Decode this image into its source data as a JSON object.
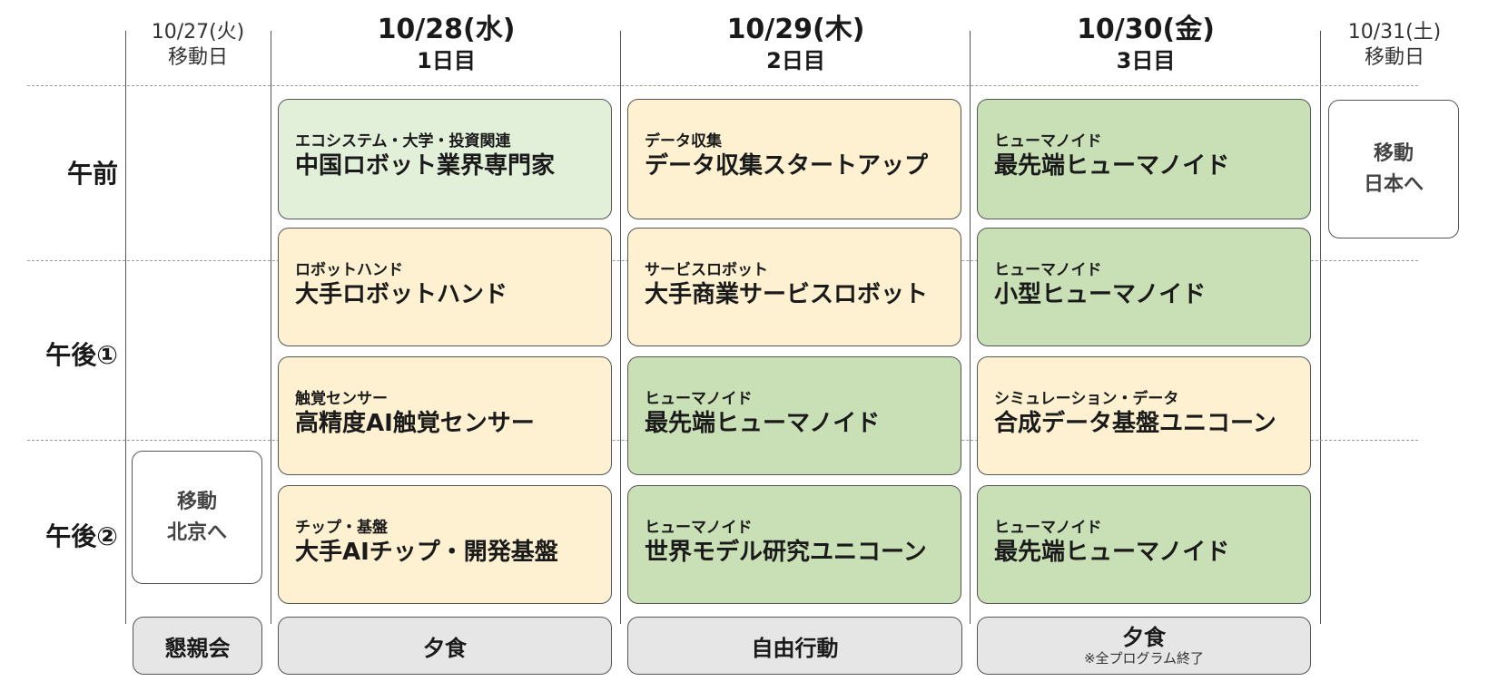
{
  "headers": [
    {
      "date": "10/27(火)",
      "sub": "移動日"
    },
    {
      "date": "10/28(水)",
      "sub": "1日目"
    },
    {
      "date": "10/29(木)",
      "sub": "2日目"
    },
    {
      "date": "10/30(金)",
      "sub": "3日目"
    },
    {
      "date": "10/31(土)",
      "sub": "移動日"
    }
  ],
  "rows": {
    "am": "午前",
    "pm1": "午後①",
    "pm2": "午後②"
  },
  "sessions": {
    "d1": [
      {
        "category": "エコシステム・大学・投資関連",
        "name": "中国ロボット業界専門家"
      },
      {
        "category": "ロボットハンド",
        "name": "大手ロボットハンド"
      },
      {
        "category": "触覚センサー",
        "name": "高精度AI触覚センサー"
      },
      {
        "category": "チップ・基盤",
        "name": "大手AIチップ・開発基盤"
      }
    ],
    "d2": [
      {
        "category": "データ収集",
        "name": "データ収集スタートアップ"
      },
      {
        "category": "サービスロボット",
        "name": "大手商業サービスロボット"
      },
      {
        "category": "ヒューマノイド",
        "name": "最先端ヒューマノイド"
      },
      {
        "category": "ヒューマノイド",
        "name": "世界モデル研究ユニコーン"
      }
    ],
    "d3": [
      {
        "category": "ヒューマノイド",
        "name": "最先端ヒューマノイド"
      },
      {
        "category": "ヒューマノイド",
        "name": "小型ヒューマノイド"
      },
      {
        "category": "シミュレーション・データ",
        "name": "合成データ基盤ユニコーン"
      },
      {
        "category": "ヒューマノイド",
        "name": "最先端ヒューマノイド"
      }
    ]
  },
  "travel": {
    "day0": {
      "line1": "移動",
      "line2": "北京へ"
    },
    "day4": {
      "line1": "移動",
      "line2": "日本へ"
    }
  },
  "evening": {
    "day0": "懇親会",
    "d1": "夕食",
    "d2": "自由行動",
    "d3": "夕食",
    "d3_note": "※全プログラム終了"
  },
  "colors": {
    "light_green": "#e2efd9",
    "cream": "#fdf1d1",
    "green": "#c9e0b6",
    "grey": "#e6e6e6"
  }
}
